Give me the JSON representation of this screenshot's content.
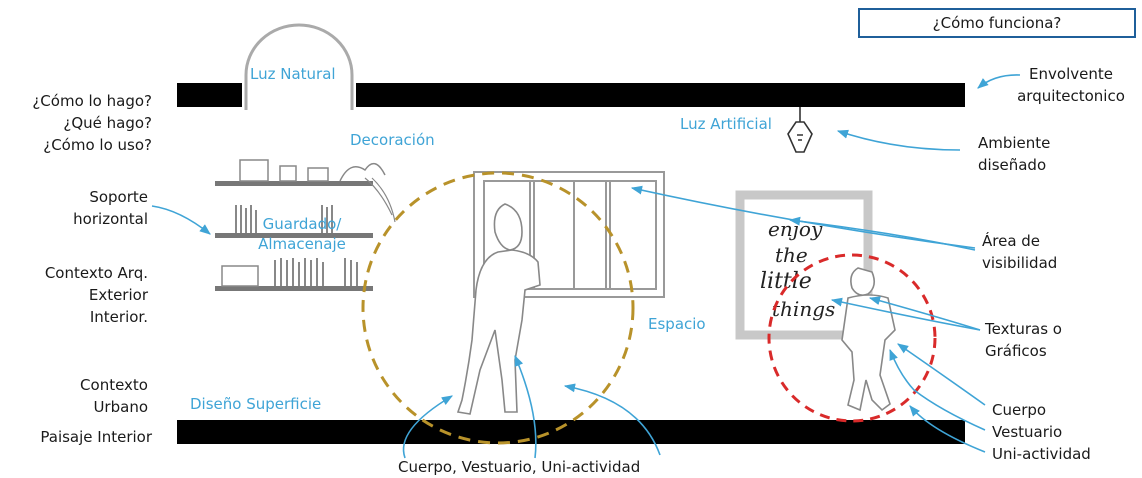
{
  "how_box": "¿Cómo funciona?",
  "left_labels": {
    "questions": "¿Cómo lo hago?\n¿Qué hago?\n¿Cómo lo uso?",
    "horizontal_support": "Soporte\nhorizontal",
    "context_arch": "Contexto Arq.\nExterior\nInterior.",
    "context_urban": "Contexto\nUrbano",
    "interior_landscape": "Paisaje Interior"
  },
  "right_labels": {
    "envelope": "Envolvente\narquitectonico",
    "designed_ambient": "Ambiente\ndiseñado",
    "visibility_area": "Área de\nvisibilidad",
    "textures": "Texturas o\nGráficos",
    "body_group": "Cuerpo\nVestuario\nUni-actividad"
  },
  "scene_labels": {
    "natural_light": "Luz Natural",
    "decoration": "Decoración",
    "artificial_light": "Luz Artificial",
    "storage": "Guardado/\nAlmacenaje",
    "space": "Espacio",
    "surface_design": "Diseño Superficie"
  },
  "bottom_label": "Cuerpo, Vestuario, Uni-actividad",
  "poster_text": [
    "enjoy",
    "the",
    "little",
    "things"
  ],
  "colors": {
    "accent_blue": "#3fa4d6",
    "wall": "#000000",
    "circle_gold": "#b8922a",
    "circle_red": "#d92a2a",
    "box_border": "#1f5f9a"
  }
}
